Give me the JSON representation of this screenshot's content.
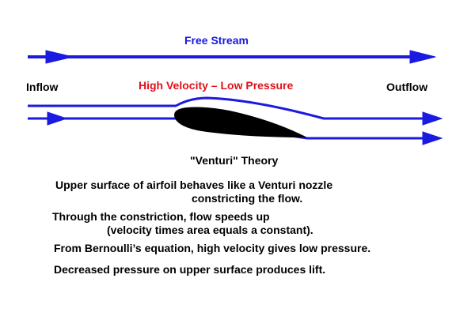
{
  "labels": {
    "free_stream": "Free Stream",
    "inflow": "Inflow",
    "outflow": "Outflow",
    "high_velocity": "High Velocity – Low Pressure",
    "title": "\"Venturi\" Theory"
  },
  "notes": [
    "Upper surface of airfoil behaves  like a Venturi nozzle",
    "constricting  the flow.",
    "Through the constriction, flow speeds up",
    "(velocity times area equals a constant).",
    "From Bernoulli’s equation, high velocity gives low pressure.",
    "Decreased pressure on upper surface produces lift."
  ],
  "colors": {
    "flow_lines": "#1a1ae0",
    "highlight_text": "#e0101a",
    "airfoil": "#000000"
  }
}
